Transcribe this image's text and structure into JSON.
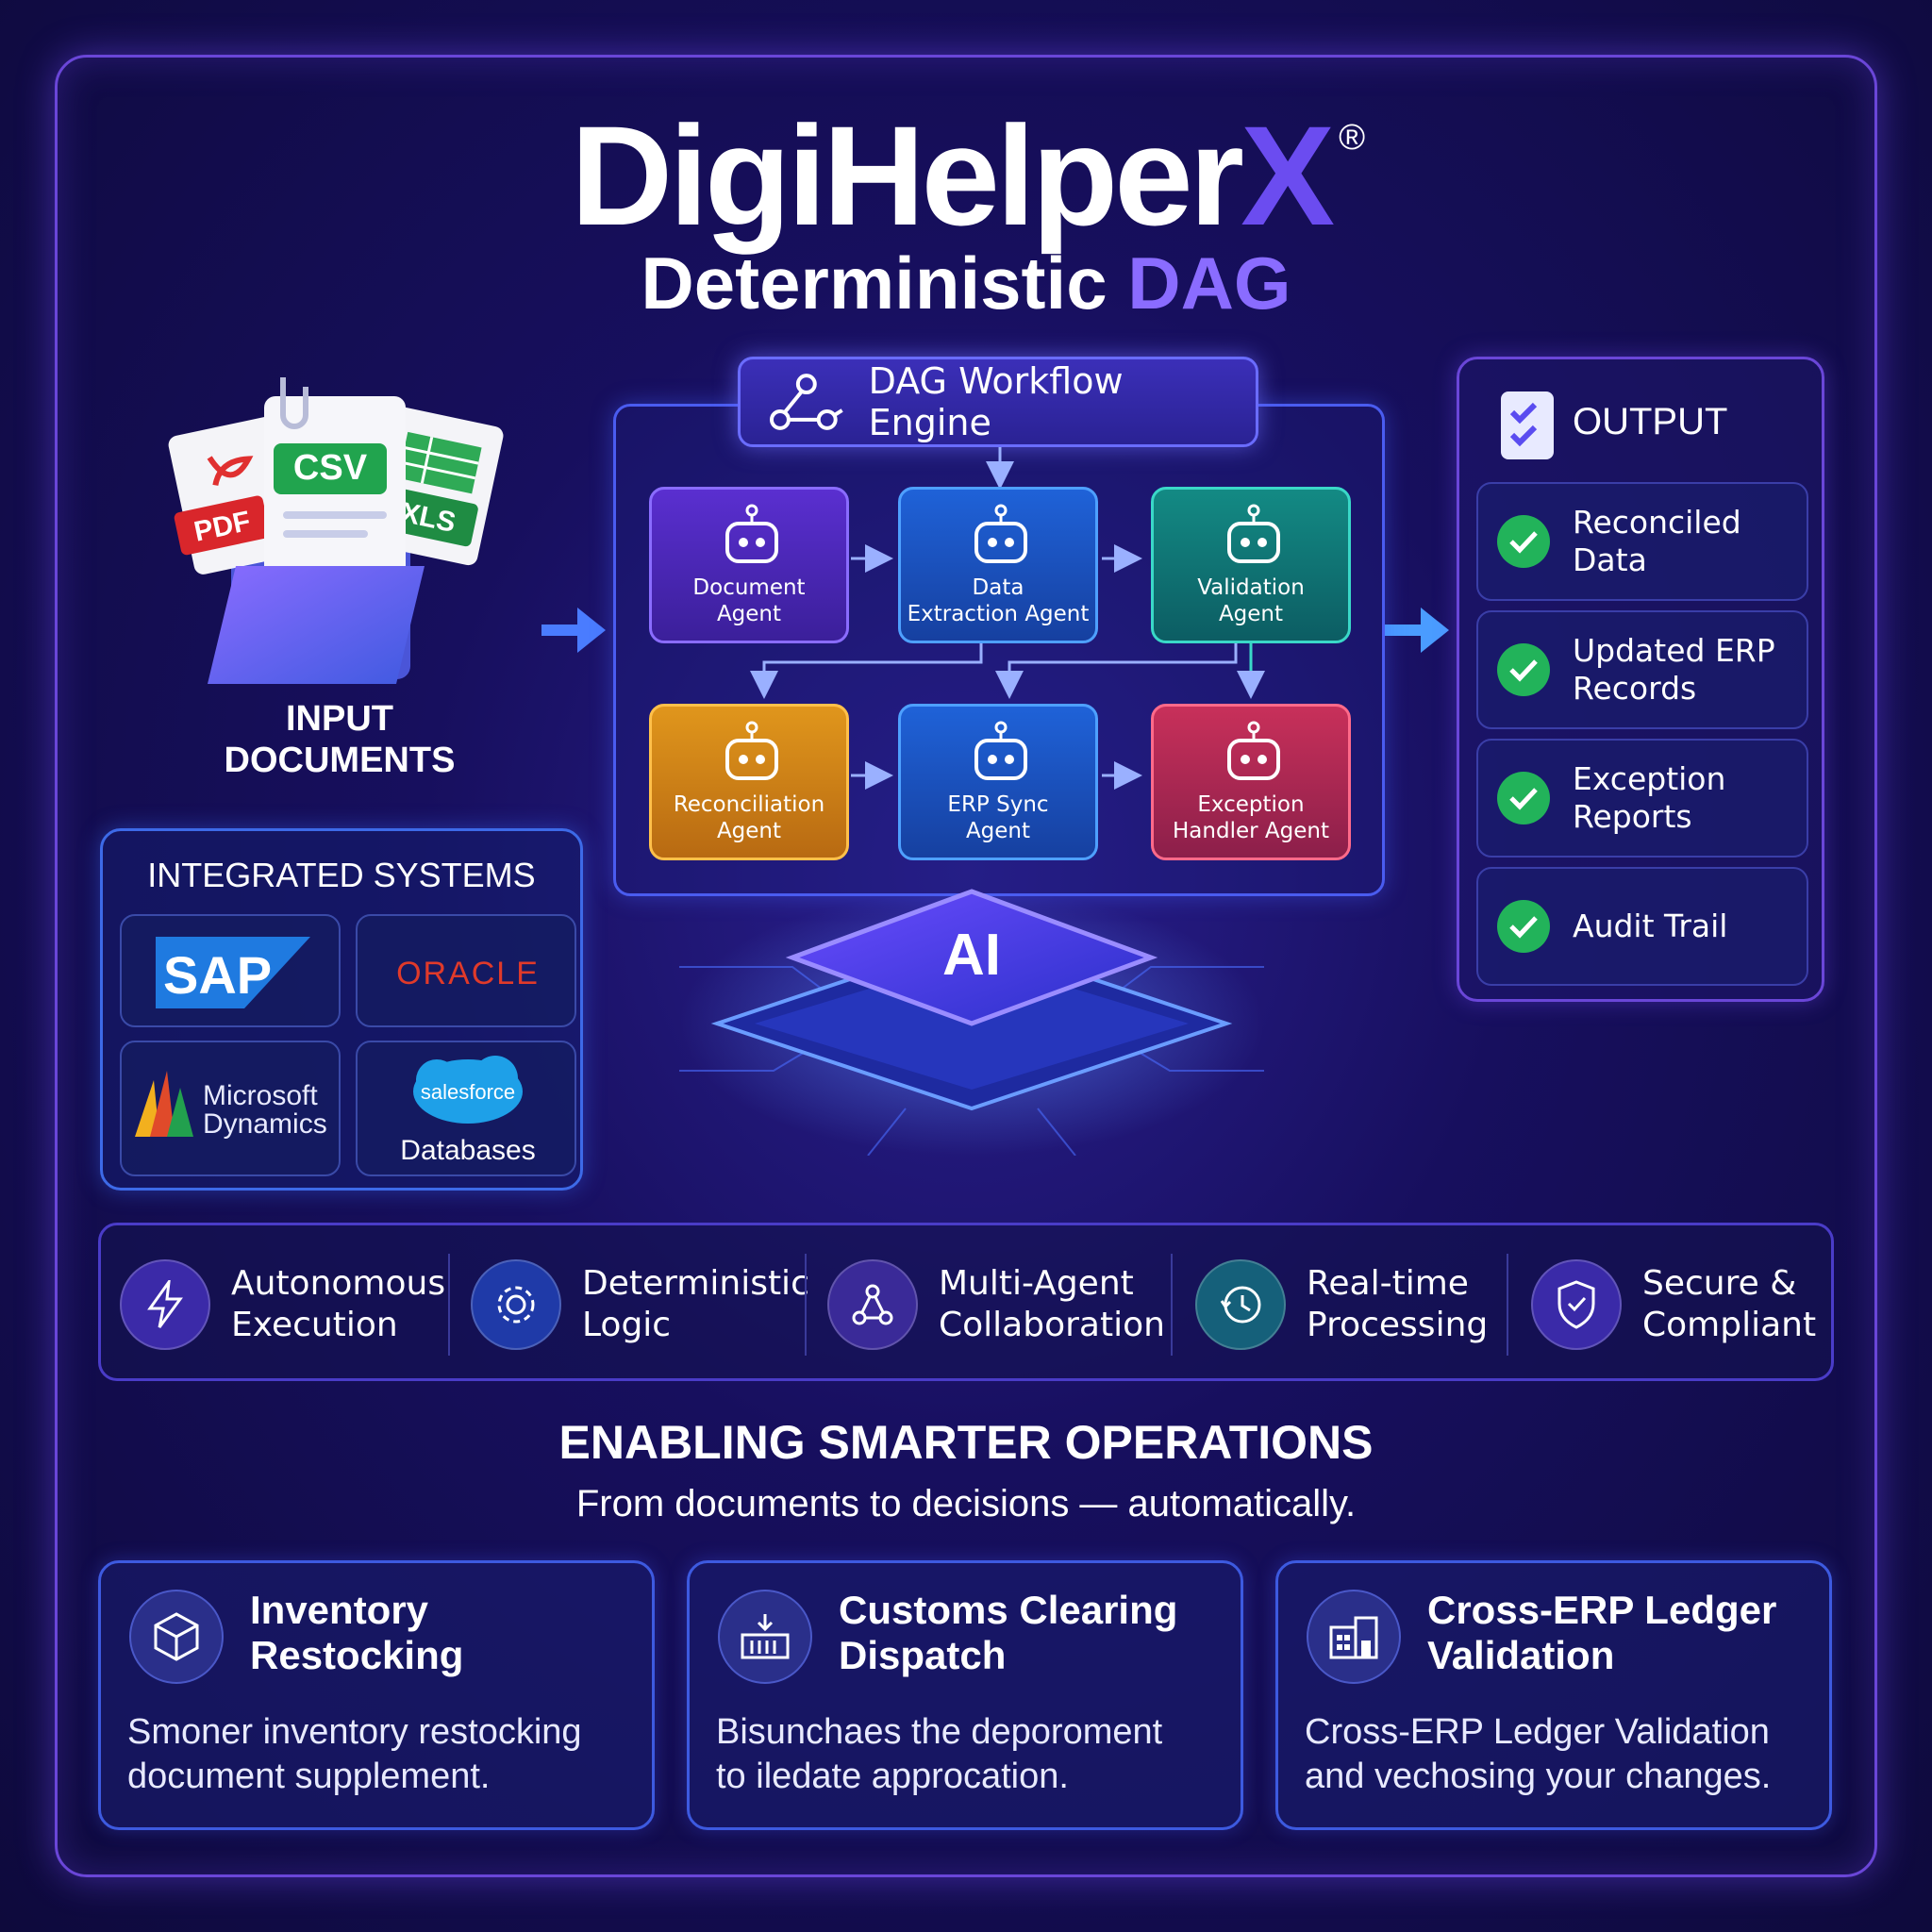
{
  "brand": {
    "name_main": "DigiHelper",
    "name_accent": "X",
    "registered": "®",
    "subtitle_main": "Deterministic",
    "subtitle_accent": "DAG"
  },
  "input": {
    "label_line1": "INPUT",
    "label_line2": "DOCUMENTS",
    "file_types": [
      "PDF",
      "CSV",
      "XLS"
    ]
  },
  "engine": {
    "title": "DAG Workflow Engine",
    "agents": [
      {
        "line1": "Document",
        "line2": "Agent"
      },
      {
        "line1": "Data",
        "line2": "Extraction Agent"
      },
      {
        "line1": "Validation",
        "line2": "Agent"
      },
      {
        "line1": "Reconciliation",
        "line2": "Agent"
      },
      {
        "line1": "ERP Sync",
        "line2": "Agent"
      },
      {
        "line1": "Exception",
        "line2": "Handler Agent"
      }
    ],
    "core_label": "AI"
  },
  "output": {
    "title": "OUTPUT",
    "items": [
      {
        "line1": "Reconciled",
        "line2": "Data"
      },
      {
        "line1": "Updated ERP",
        "line2": "Records"
      },
      {
        "line1": "Exception",
        "line2": "Reports"
      },
      {
        "line1": "Audit Trail",
        "line2": ""
      }
    ]
  },
  "systems": {
    "title": "INTEGRATED SYSTEMS",
    "logos": {
      "sap": "SAP",
      "oracle": "ORACLE",
      "ms_line1": "Microsoft",
      "ms_line2": "Dynamics",
      "salesforce": "salesforce",
      "databases": "Databases"
    }
  },
  "features": [
    {
      "line1": "Autonomous",
      "line2": "Execution",
      "icon": "lightning-icon"
    },
    {
      "line1": "Deterministic",
      "line2": "Logic",
      "icon": "gear-icon"
    },
    {
      "line1": "Multi-Agent",
      "line2": "Collaboration",
      "icon": "network-icon"
    },
    {
      "line1": "Real-time",
      "line2": "Processing",
      "icon": "clock-icon"
    },
    {
      "line1": "Secure &",
      "line2": "Compliant",
      "icon": "shield-icon"
    }
  ],
  "section": {
    "title": "ENABLING SMARTER OPERATIONS",
    "subtitle": "From documents to decisions — automatically."
  },
  "use_cases": [
    {
      "title1": "Inventory",
      "title2": "Restocking",
      "desc1": "Smoner inventory restocking",
      "desc2": "document supplement.",
      "icon": "box-icon"
    },
    {
      "title1": "Customs Clearing",
      "title2": "Dispatch",
      "desc1": "Bisunchaes the deporoment",
      "desc2": "to iledate approcation.",
      "icon": "customs-icon"
    },
    {
      "title1": "Cross-ERP Ledger",
      "title2": "Validation",
      "desc1": "Cross-ERP Ledger Validation",
      "desc2": "and vechosing your changes.",
      "icon": "building-icon"
    }
  ]
}
